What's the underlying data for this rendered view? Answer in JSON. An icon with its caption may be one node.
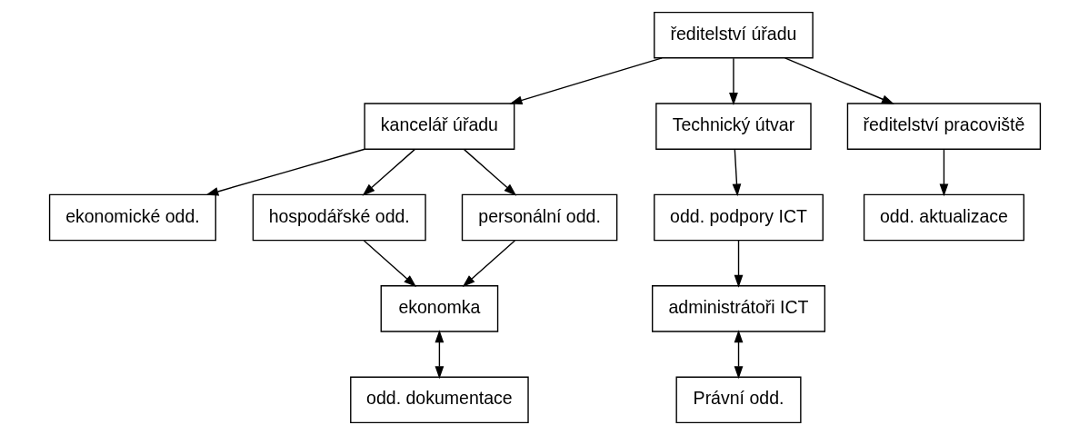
{
  "diagram": {
    "nodes": [
      {
        "text": [
          "ředitelství úřadu"
        ]
      },
      {
        "text": [
          "kancelář úřadu"
        ]
      },
      {
        "text": [
          "Technický útvar"
        ]
      },
      {
        "text": [
          "ředitelství pracoviště"
        ]
      },
      {
        "text": [
          "ekonomické odd."
        ]
      },
      {
        "text": [
          "hospodářské odd."
        ]
      },
      {
        "text": [
          "personální odd."
        ]
      },
      {
        "text": [
          "odd. podpory ICT"
        ]
      },
      {
        "text": [
          "administrátoři ICT"
        ]
      },
      {
        "text": [
          "ekonomka"
        ]
      },
      {
        "text": [
          "Právní odd."
        ]
      },
      {
        "text": [
          "odd. dokumentace"
        ]
      },
      {
        "text": [
          "odd. aktualizace"
        ]
      }
    ],
    "edges": [
      {
        "from": 0,
        "to": 1,
        "arrow": "to"
      },
      {
        "from": 0,
        "to": 2,
        "arrow": "to"
      },
      {
        "from": 0,
        "to": 3,
        "arrow": "to"
      },
      {
        "from": 1,
        "to": 4,
        "arrow": "to"
      },
      {
        "from": 1,
        "to": 5,
        "arrow": "to"
      },
      {
        "from": 1,
        "to": 6,
        "arrow": "to"
      },
      {
        "from": 2,
        "to": 7,
        "arrow": "to"
      },
      {
        "from": 7,
        "to": 8,
        "arrow": "to"
      },
      {
        "from": 5,
        "to": 9,
        "arrow": "to"
      },
      {
        "from": 6,
        "to": 9,
        "arrow": "to"
      },
      {
        "from": 8,
        "to": 10,
        "arrow": "both"
      },
      {
        "from": 9,
        "to": 11,
        "arrow": "both"
      },
      {
        "from": 3,
        "to": 12,
        "arrow": "to"
      }
    ]
  }
}
